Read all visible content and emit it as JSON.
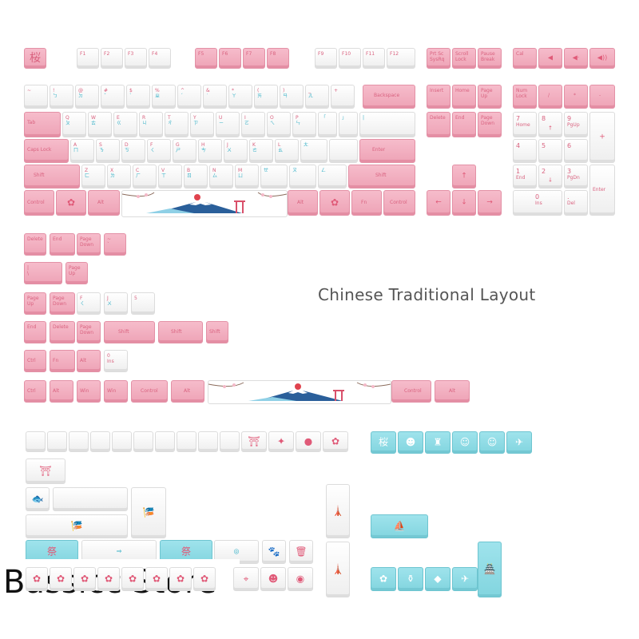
{
  "caption": "Chinese Traditional Layout",
  "store": "Bassicc Store",
  "colors": {
    "pink": "#f2b1c2",
    "white": "#f4f4f4",
    "blue": "#8fdce6",
    "text_pink": "#d9627f",
    "text_blue": "#36b0c6"
  },
  "keys": {
    "esc": "桜",
    "f1": "F1",
    "f2": "F2",
    "f3": "F3",
    "f4": "F4",
    "f5": "F5",
    "f6": "F6",
    "f7": "F7",
    "f8": "F8",
    "f9": "F9",
    "f10": "F10",
    "f11": "F11",
    "f12": "F12",
    "prtsc": "Prt Sc SysRq",
    "scroll": "Scroll Lock",
    "pause": "Pause Break",
    "cal": "Cal",
    "backspace": "Backspace",
    "insert": "Insert",
    "home": "Home",
    "pageup": "Page Up",
    "numlock": "Num Lock",
    "slash": "/",
    "star": "*",
    "minus": "-",
    "tab": "Tab",
    "q": "Q",
    "w": "W",
    "e": "E",
    "r": "R",
    "t": "T",
    "y": "Y",
    "u": "U",
    "i": "I",
    "o": "O",
    "p": "P",
    "delete": "Delete",
    "end": "End",
    "pagedown": "Page Down",
    "n7": "7",
    "n8": "8",
    "n9": "9",
    "home_sub": "Home",
    "pgup_sub": "PgUp",
    "caps": "Caps Lock",
    "a": "A",
    "s": "S",
    "d": "D",
    "f": "F",
    "g": "G",
    "h": "H",
    "j": "J",
    "k": "K",
    "l": "L",
    "enter": "Enter",
    "n4": "4",
    "n5": "5",
    "n6": "6",
    "shift": "Shift",
    "z": "Z",
    "x": "X",
    "c": "C",
    "v": "V",
    "b": "B",
    "n": "N",
    "m": "M",
    "n1": "1",
    "n2": "2",
    "n3": "3",
    "end_sub": "End",
    "pgdn_sub": "PgDn",
    "control": "Control",
    "alt": "Alt",
    "fn": "Fn",
    "n0": "0",
    "ins": "Ins",
    "del": "Del",
    "numenter": "Enter",
    "ctrl": "Ctrl",
    "win": "Win",
    "n0b": "0",
    "insb": "Ins"
  }
}
